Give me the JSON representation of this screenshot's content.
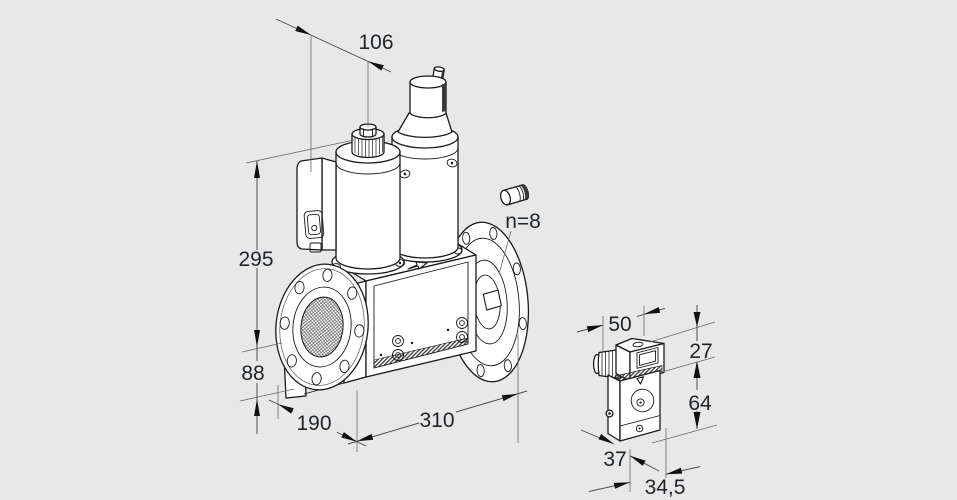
{
  "colors": {
    "background": "#e8e8e8",
    "object_line": "#1a1a1a",
    "dimension_line": "#4a4a4a",
    "text": "#1d242c"
  },
  "main_view": {
    "description": "isometric double solenoid valve with flanges",
    "dimensions": {
      "solenoid_offset": "106",
      "overall_height": "295",
      "base_height": "88",
      "left_width": "190",
      "body_length": "310",
      "flange_hole_count": "n=8"
    }
  },
  "side_view": {
    "description": "pilot valve / pressure switch side view",
    "dimensions": {
      "top_width": "50",
      "connector_height": "27",
      "body_height": "64",
      "depth": "37",
      "base_width": "34,5"
    }
  }
}
